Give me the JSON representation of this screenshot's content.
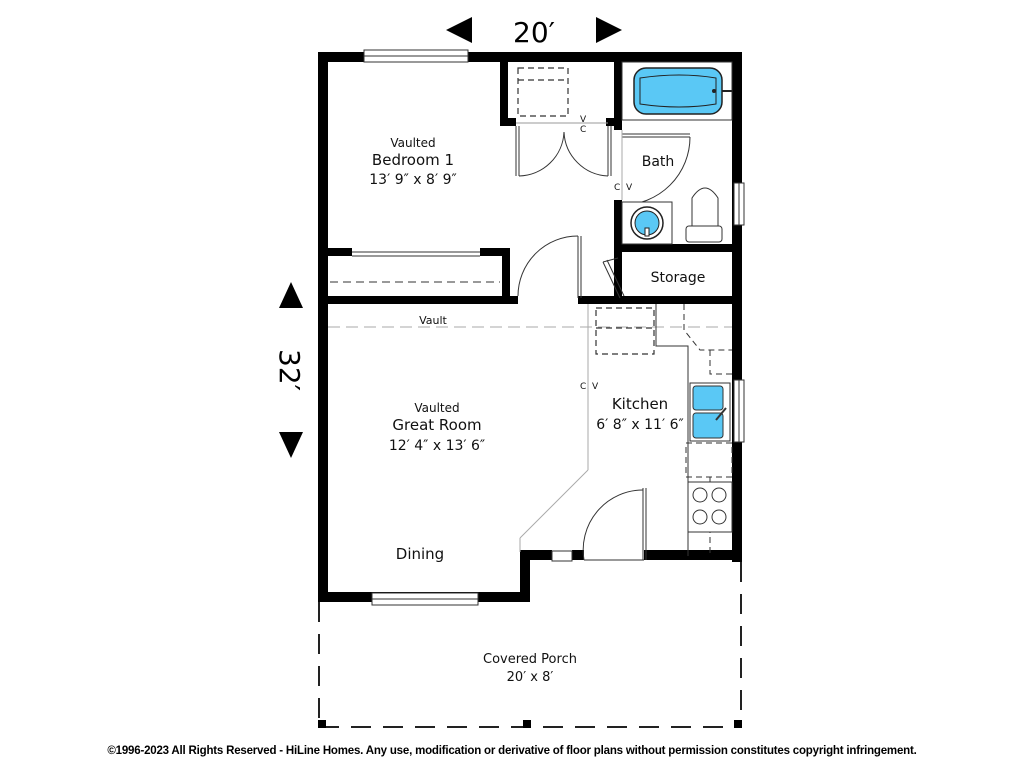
{
  "dimensions": {
    "width_label": "20′",
    "depth_label": "32′"
  },
  "rooms": {
    "bedroom": {
      "note": "Vaulted",
      "name": "Bedroom 1",
      "size": "13′ 9″ x 8′ 9″"
    },
    "bath": {
      "name": "Bath"
    },
    "storage": {
      "name": "Storage"
    },
    "great_room": {
      "note": "Vaulted",
      "name": "Great Room",
      "size": "12′ 4″ x 13′ 6″"
    },
    "kitchen": {
      "name": "Kitchen",
      "size": "6′ 8″ x 11′ 6″"
    },
    "dining": {
      "name": "Dining"
    },
    "porch": {
      "name": "Covered Porch",
      "size": "20′ x 8′"
    }
  },
  "annotations": {
    "vault_line": "Vault",
    "closet_cv_top": "V",
    "closet_cv_bottom": "C",
    "bath_cv_c": "C",
    "bath_cv_v": "V",
    "kitchen_cv_c": "C",
    "kitchen_cv_v": "V"
  },
  "colors": {
    "wall": "#000000",
    "fixture_fill": "#5ac8f5",
    "line": "#333333",
    "dashed": "#999999"
  },
  "footer": {
    "copyright": "©1996-2023 All Rights Reserved - HiLine Homes. Any use, modification or derivative of floor plans without permission constitutes copyright infringement."
  }
}
